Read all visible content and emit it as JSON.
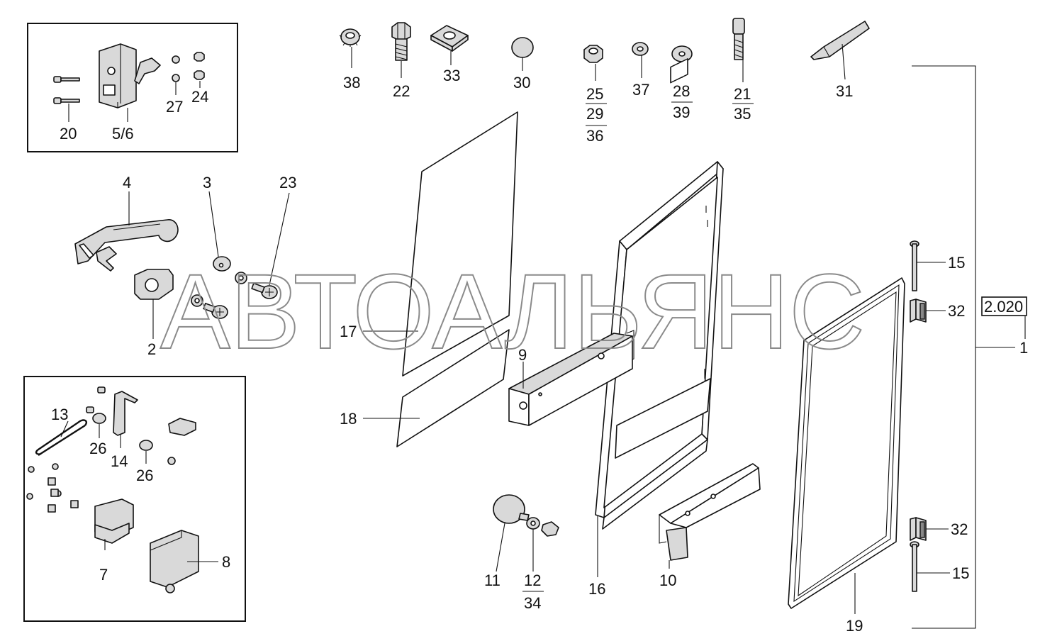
{
  "watermark": "АВТОАЛЬЯНС",
  "labels": {
    "l38": "38",
    "l22": "22",
    "l33": "33",
    "l30": "30",
    "l25": "25",
    "l29": "29",
    "l36": "36",
    "l37": "37",
    "l28": "28",
    "l39": "39",
    "l21": "21",
    "l35": "35",
    "l31": "31",
    "l20": "20",
    "l56": "5/6",
    "l27": "27",
    "l24": "24",
    "l4": "4",
    "l3": "3",
    "l23": "23",
    "l2": "2",
    "l17": "17",
    "l18": "18",
    "l9": "9",
    "l16": "16",
    "l10": "10",
    "l11": "11",
    "l12": "12",
    "l34": "34",
    "l13": "13",
    "l26a": "26",
    "l14": "14",
    "l26b": "26",
    "l7": "7",
    "l8": "8",
    "l15a": "15",
    "l32a": "32",
    "l32b": "32",
    "l15b": "15",
    "l19": "19",
    "l1": "1",
    "ref": "2.020"
  },
  "colors": {
    "line": "#111111",
    "fill": "#d9d9d9",
    "watermark": "#8a8a8a"
  },
  "icons": [
    "bolt-icon",
    "nut-icon",
    "washer-icon",
    "door-frame-icon",
    "glass-pane-icon",
    "door-handle-icon",
    "lock-icon",
    "hinge-icon",
    "pin-icon",
    "seal-icon",
    "tube-icon"
  ]
}
